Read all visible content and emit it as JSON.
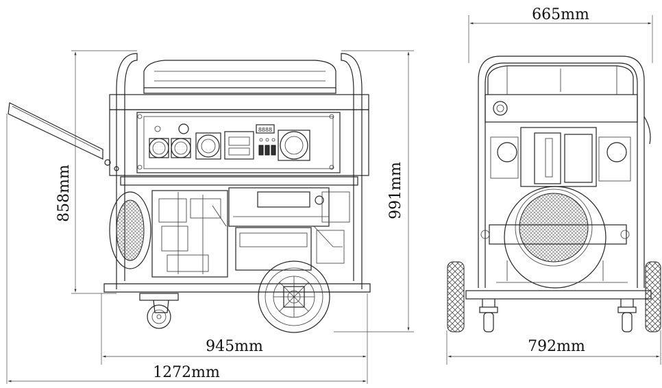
{
  "dimensions": {
    "side_height": "858mm",
    "side_total_height": "991mm",
    "side_frame_length": "945mm",
    "side_total_length": "1272mm",
    "front_frame_width": "665mm",
    "front_wheel_width": "792mm"
  },
  "panel": {
    "meter": "8888"
  }
}
